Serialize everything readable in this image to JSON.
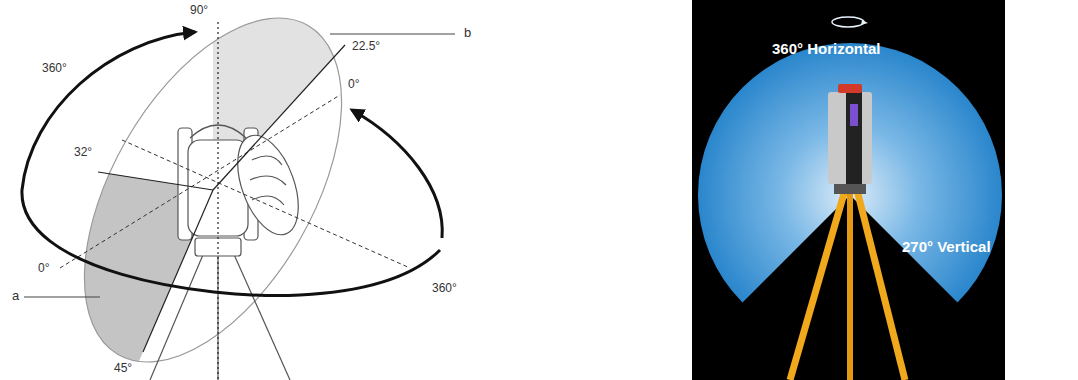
{
  "diagram": {
    "labels": [
      "90°",
      "b",
      "360°",
      "22.5°",
      "0°",
      "32°",
      "0°",
      "a",
      "45°",
      "360°",
      "360° Horizontal",
      "270° Vertical"
    ]
  }
}
